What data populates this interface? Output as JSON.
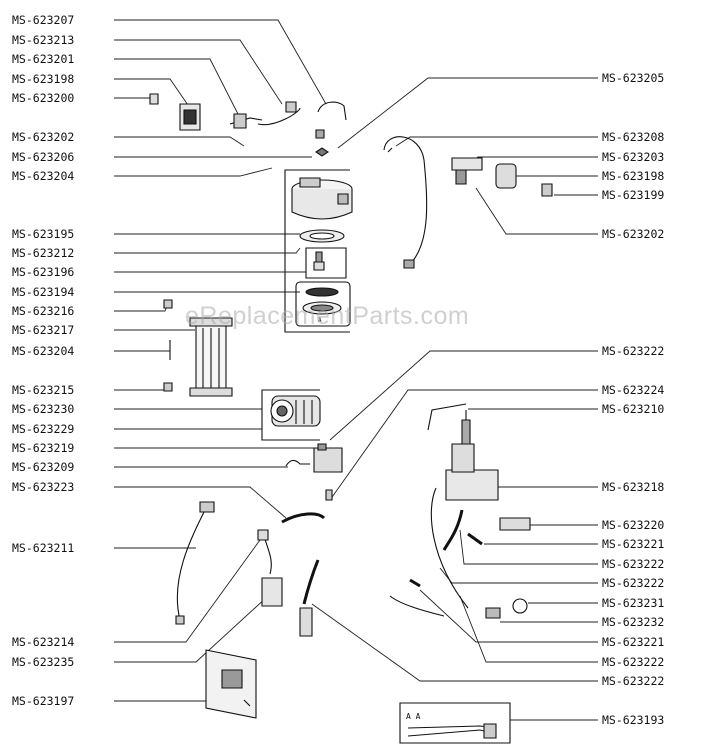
{
  "watermark": "eReplacementParts.com",
  "left_labels": [
    "MS-623207",
    "MS-623213",
    "MS-623201",
    "MS-623198",
    "MS-623200",
    "MS-623202",
    "MS-623206",
    "MS-623204",
    "MS-623195",
    "MS-623212",
    "MS-623196",
    "MS-623194",
    "MS-623216",
    "MS-623217",
    "MS-623204",
    "MS-623215",
    "MS-623230",
    "MS-623229",
    "MS-623219",
    "MS-623209",
    "MS-623223",
    "MS-623211",
    "MS-623214",
    "MS-623235",
    "MS-623197"
  ],
  "right_labels": [
    "MS-623205",
    "MS-623208",
    "MS-623203",
    "MS-623198",
    "MS-623199",
    "MS-623202",
    "MS-623222",
    "MS-623224",
    "MS-623210",
    "MS-623218",
    "MS-623220",
    "MS-623221",
    "MS-623222",
    "MS-623222",
    "MS-623231",
    "MS-623232",
    "MS-623221",
    "MS-623222",
    "MS-623222",
    "MS-623193"
  ]
}
